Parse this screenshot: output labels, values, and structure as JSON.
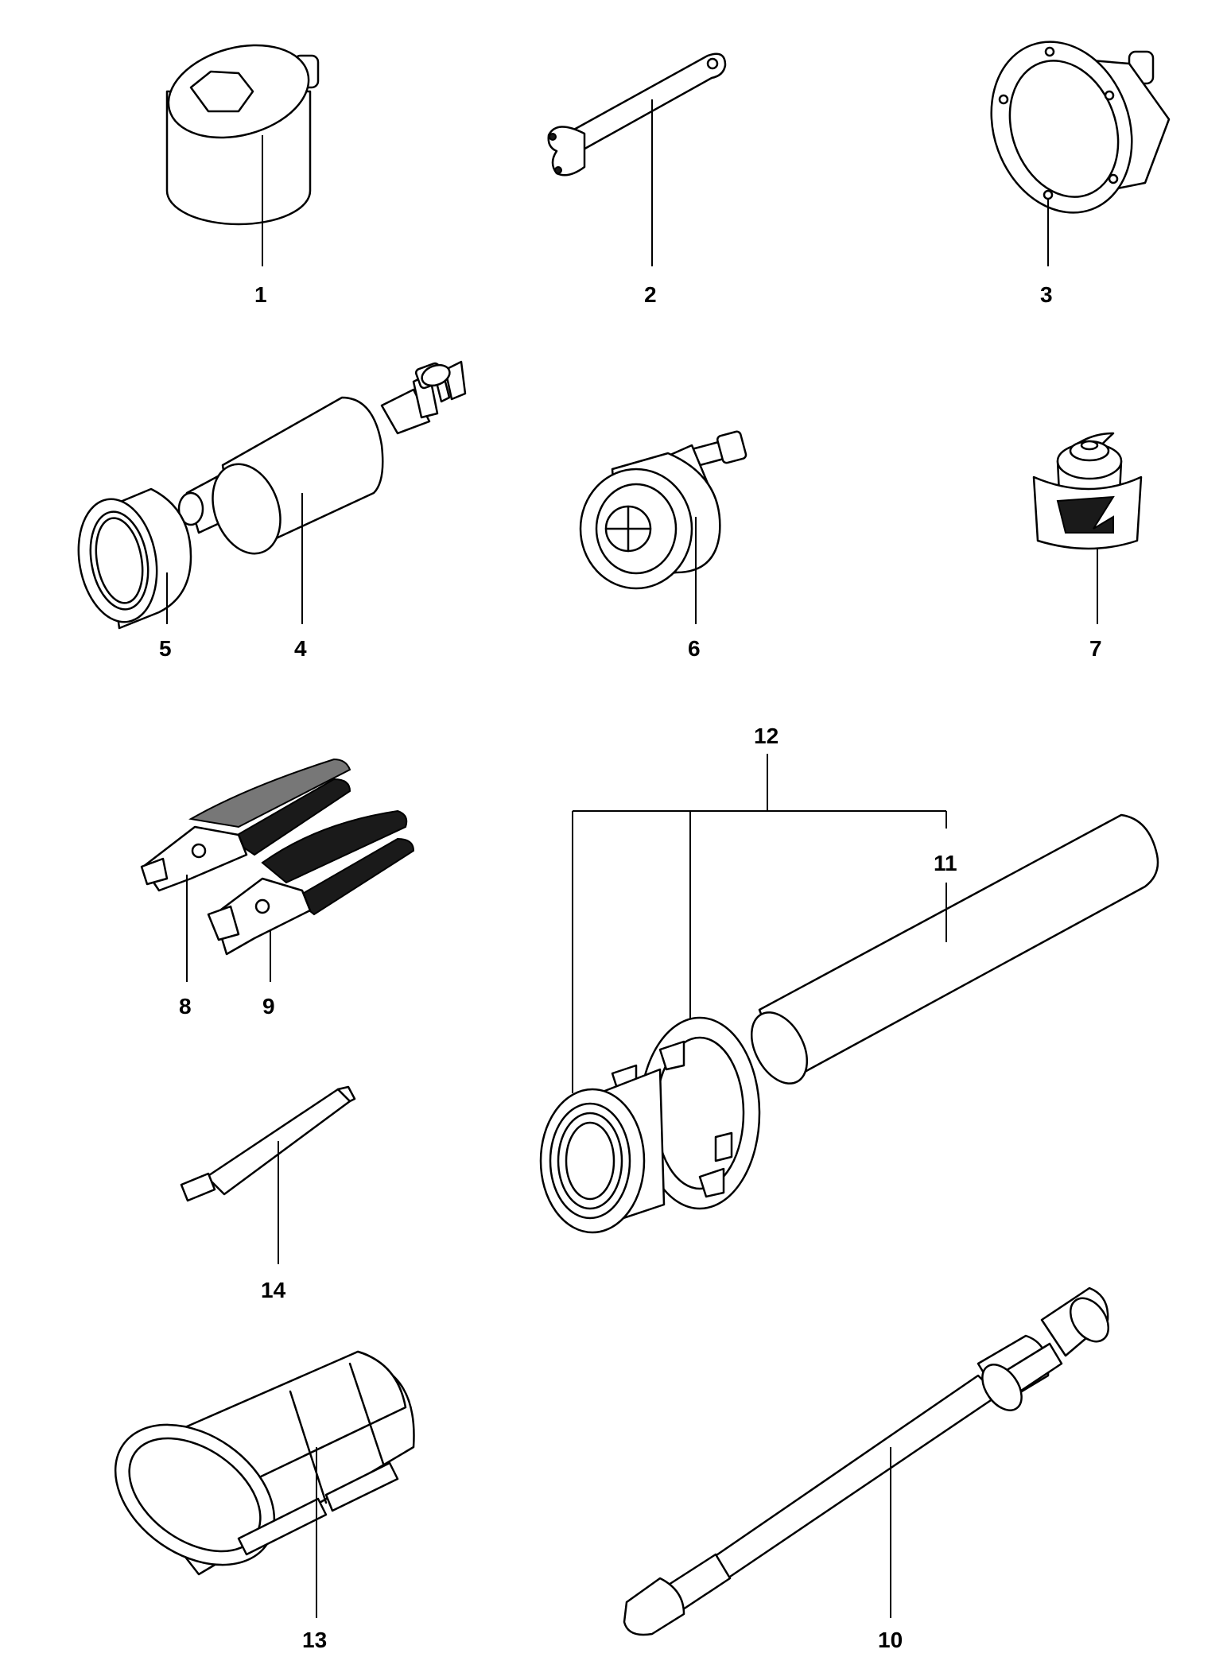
{
  "labels": {
    "part_1": "1",
    "part_2": "2",
    "part_3": "3",
    "part_4": "4",
    "part_5": "5",
    "part_6": "6",
    "part_7": "7",
    "part_8": "8",
    "part_9": "9",
    "part_10": "10",
    "part_11": "11",
    "part_12": "12",
    "part_13": "13",
    "part_14": "14"
  }
}
